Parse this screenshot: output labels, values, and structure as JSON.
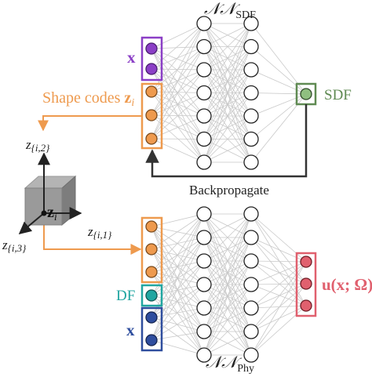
{
  "labels": {
    "nn_sdf_main": "𝒩𝒩",
    "nn_sdf_sub": "SDF",
    "nn_phy_main": "𝒩𝒩",
    "nn_phy_sub": "Phy",
    "x_top": "x",
    "shape_codes_text": "Shape codes ",
    "shape_codes_z": "z",
    "shape_codes_i": "i",
    "sdf_out": "SDF",
    "backpropagate": "Backpropagate",
    "axis_z_top": "z",
    "axis_z_top_sub": "{i,2}",
    "axis_z_left": "z",
    "axis_z_left_sub": "{i,3}",
    "axis_z_right": "z",
    "axis_z_right_sub": "{i,1}",
    "cube_z": "z",
    "cube_i": "i",
    "df": "DF",
    "x_bottom": "x",
    "output_u": "u(x; Ω)"
  },
  "colors": {
    "purple": "#8b3fc6",
    "orange": "#ee9a4e",
    "teal": "#21a6a1",
    "blue": "#2f4e9e",
    "green": "#5f8a52",
    "red": "#e0606e",
    "edge": "#c9c9c9",
    "dark": "#333333"
  }
}
